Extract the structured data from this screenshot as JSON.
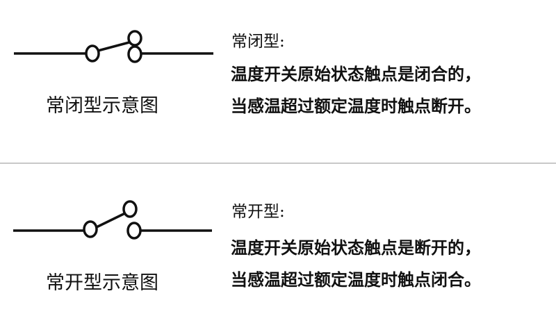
{
  "normally_closed": {
    "title": "常闭型:",
    "line1": "温度开关原始状态触点是闭合的，",
    "line2": "当感温超过额定温度时触点断开。",
    "caption": "常闭型示意图"
  },
  "normally_open": {
    "title": "常开型:",
    "line1": "温度开关原始状态触点是断开的，",
    "line2": "当感温超过额定温度时触点闭合。",
    "caption": "常开型示意图"
  }
}
